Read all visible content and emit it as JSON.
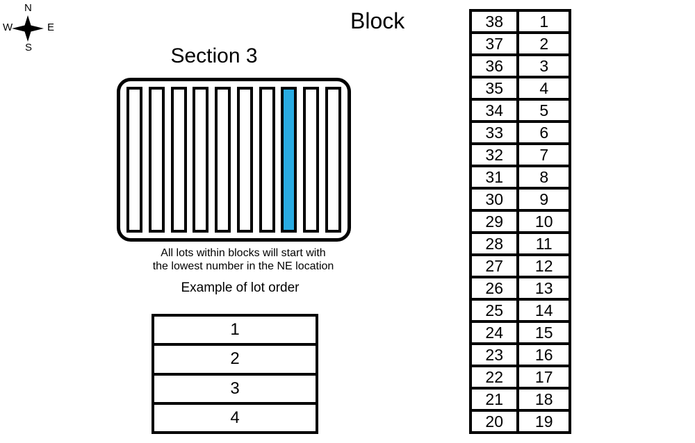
{
  "page": {
    "background": "#ffffff",
    "ink_color": "#000000"
  },
  "compass": {
    "north": "N",
    "west": "W",
    "east": "E",
    "south": "S",
    "icon": "compass-star-icon",
    "color": "#000000"
  },
  "section": {
    "title": "Section 3",
    "bars_total": 10,
    "highlighted_bar_index": 8,
    "highlight_color": "#29ABE2",
    "outline_color": "#000000"
  },
  "caption": {
    "line1": "All lots within blocks will start with",
    "line2": "the lowest number in the NE location"
  },
  "example": {
    "title": "Example of lot order",
    "rows": [
      "1",
      "2",
      "3",
      "4"
    ]
  },
  "block": {
    "title": "Block",
    "rows": [
      [
        "38",
        "1"
      ],
      [
        "37",
        "2"
      ],
      [
        "36",
        "3"
      ],
      [
        "35",
        "4"
      ],
      [
        "34",
        "5"
      ],
      [
        "33",
        "6"
      ],
      [
        "32",
        "7"
      ],
      [
        "31",
        "8"
      ],
      [
        "30",
        "9"
      ],
      [
        "29",
        "10"
      ],
      [
        "28",
        "11"
      ],
      [
        "27",
        "12"
      ],
      [
        "26",
        "13"
      ],
      [
        "25",
        "14"
      ],
      [
        "24",
        "15"
      ],
      [
        "23",
        "16"
      ],
      [
        "22",
        "17"
      ],
      [
        "21",
        "18"
      ],
      [
        "20",
        "19"
      ]
    ]
  }
}
